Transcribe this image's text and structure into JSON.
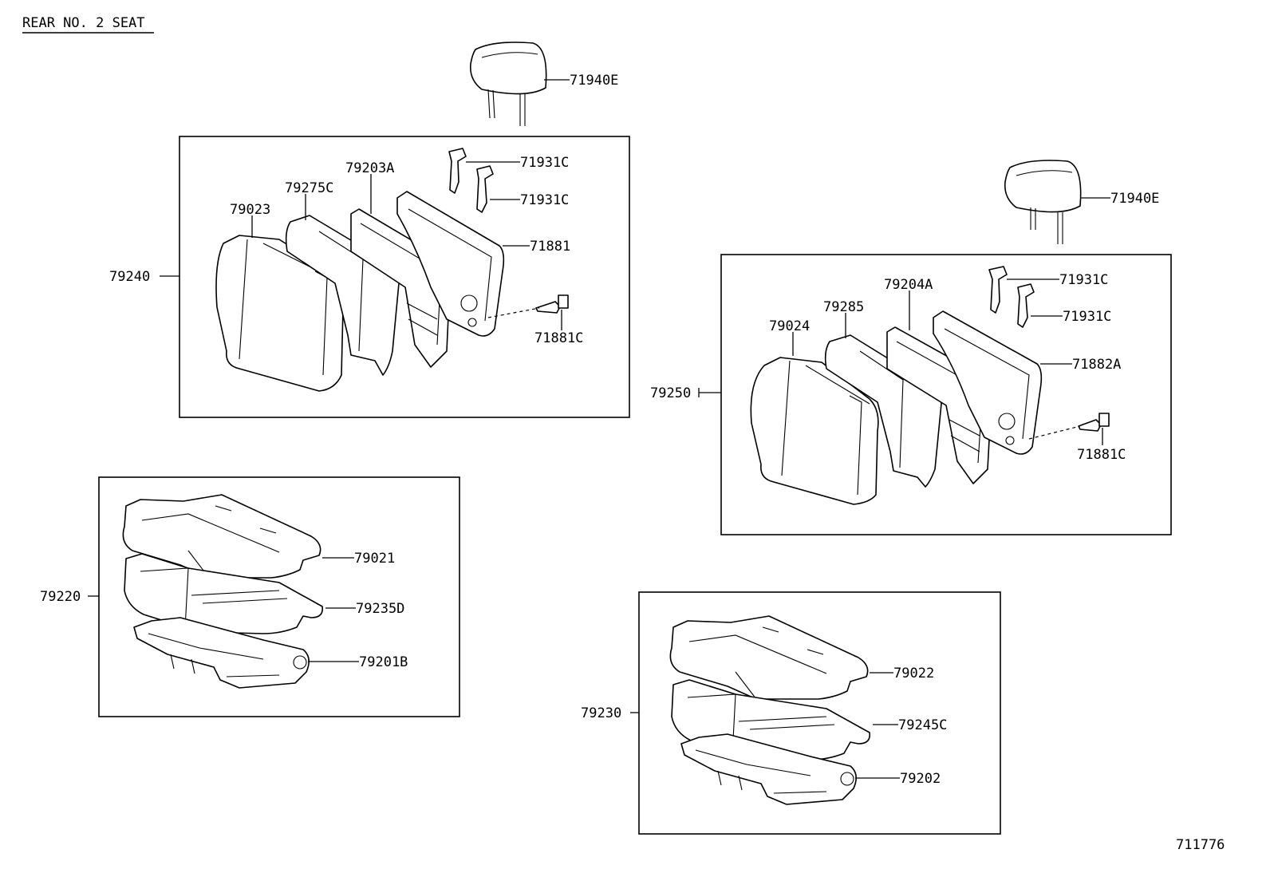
{
  "header": {
    "title": "REAR NO. 2 SEAT"
  },
  "figure_number": "711776",
  "colors": {
    "line": "#000000",
    "background": "#ffffff"
  },
  "callouts": {
    "headrest_left": "71940E",
    "headrest_right": "71940E",
    "seatback_assy_left": "79240",
    "cover_79023": "79023",
    "pad_79275C": "79275C",
    "frame_79203A": "79203A",
    "support_71931C_a": "71931C",
    "support_71931C_b": "71931C",
    "board_71881": "71881",
    "bolt_left": "71881C",
    "seatback_assy_right": "79250",
    "cover_79024": "79024",
    "pad_79285": "79285",
    "frame_79204A": "79204A",
    "support_71931C_c": "71931C",
    "support_71931C_d": "71931C",
    "board_71882A": "71882A",
    "bolt_right": "71881C",
    "cushion_assy_left": "79220",
    "cover_79021": "79021",
    "pad_79235D": "79235D",
    "frame_79201B": "79201B",
    "cushion_assy_right": "79230",
    "cover_79022": "79022",
    "pad_79245C": "79245C",
    "frame_79202": "79202"
  }
}
